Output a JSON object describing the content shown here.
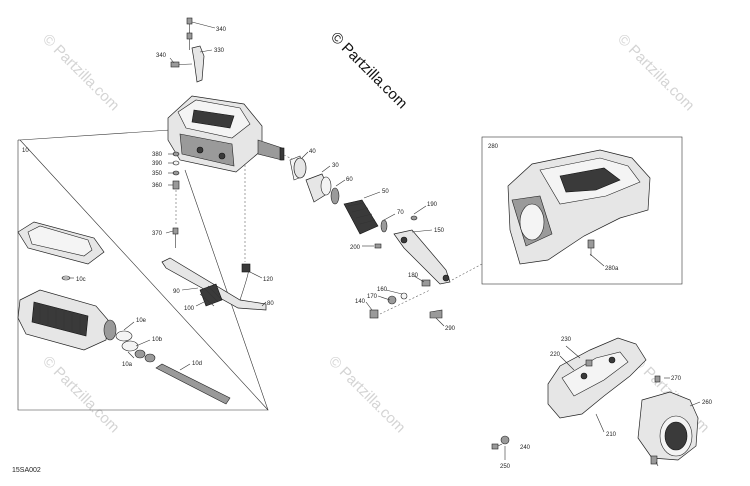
{
  "watermark": {
    "text": "© Partzilla.com",
    "copyright_text": "© Partzilla.com"
  },
  "diagram_ref": "15SA002",
  "callouts": {
    "c340a": "340",
    "c340b": "340",
    "c330": "330",
    "c380": "380",
    "c390": "390",
    "c350": "350",
    "c360": "360",
    "c370": "370",
    "c40": "40",
    "c30": "30",
    "c60": "60",
    "c50": "50",
    "c70": "70",
    "c190": "190",
    "c150": "150",
    "c200": "200",
    "c120": "120",
    "c90": "90",
    "c100": "100",
    "c80": "80",
    "c180": "180",
    "c160": "160",
    "c170": "170",
    "c140": "140",
    "c290": "290",
    "c280": "280",
    "c280a": "280a",
    "c10": "10",
    "c10c": "10c",
    "c10e": "10e",
    "c10b": "10b",
    "c10a": "10a",
    "c10d": "10d",
    "c230": "230",
    "c220": "220",
    "c270": "270",
    "c260": "260",
    "c210": "210",
    "c240": "240",
    "c250": "250"
  }
}
